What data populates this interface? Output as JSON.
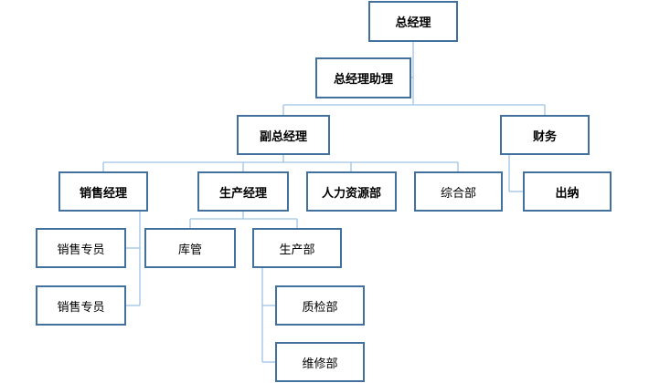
{
  "org_chart": {
    "general_manager": "总经理",
    "gm_assistant": "总经理助理",
    "deputy_gm": "副总经理",
    "finance": "财务",
    "cashier": "出纳",
    "sales_manager": "销售经理",
    "production_manager": "生产经理",
    "hr_dept": "人力资源部",
    "general_dept": "综合部",
    "sales_rep_1": "销售专员",
    "sales_rep_2": "销售专员",
    "warehouse": "库管",
    "production_dept": "生产部",
    "qc_dept": "质检部",
    "maintenance_dept": "维修部"
  },
  "colors": {
    "box_border": "#41719c",
    "connector": "#9dc3e6"
  }
}
